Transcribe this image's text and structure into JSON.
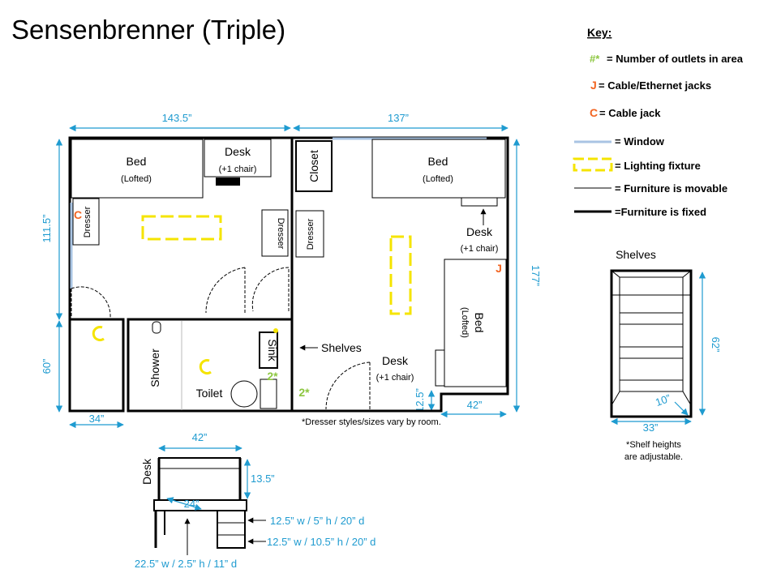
{
  "title": "Sensenbrenner (Triple)",
  "key": {
    "heading": "Key:",
    "items": [
      {
        "symbol": "#*",
        "label": "= Number of outlets in area",
        "color": "#8cc63f"
      },
      {
        "symbol": "J",
        "label": "= Cable/Ethernet jacks",
        "color": "#f26522"
      },
      {
        "symbol": "C",
        "label": "= Cable jack",
        "color": "#f26522"
      },
      {
        "symbol": "",
        "label": "= Window"
      },
      {
        "symbol": "",
        "label": "= Lighting fixture"
      },
      {
        "symbol": "",
        "label": "= Furniture is movable"
      },
      {
        "symbol": "",
        "label": "=Furniture is fixed"
      }
    ]
  },
  "dimensions": {
    "left_width": "143.5”",
    "right_width": "137”",
    "left_upper_height": "111.5”",
    "left_lower_height": "60”",
    "right_height": "177”",
    "closet_width": "34”",
    "notch_height": "12.5”",
    "notch_width": "42”"
  },
  "rooms": {
    "bed": "Bed",
    "lofted": "(Lofted)",
    "desk": "Desk",
    "plus_chair": "(+1 chair)",
    "dresser": "Dresser",
    "closet": "Closet",
    "shower": "Shower",
    "toilet": "Toilet",
    "sink": "Sink",
    "shelves_pointer": "Shelves",
    "outlets": "2*",
    "cable_jack": "C",
    "eth_jack": "J"
  },
  "dresser_note": "*Dresser styles/sizes vary by room.",
  "shelves": {
    "title": "Shelves",
    "height": "62”",
    "width": "33”",
    "depth": "10”",
    "note_line1": "*Shelf heights",
    "note_line2": "are adjustable."
  },
  "desk_detail": {
    "label": "Desk",
    "width": "42”",
    "hutch_height": "13.5”",
    "depth": "24”",
    "drawer1": "12.5” w / 5” h / 20” d",
    "drawer2": "12.5”  w / 10.5” h / 20” d",
    "tray": "22.5” w / 2.5” h / 11” d"
  },
  "colors": {
    "dimension": "#1f9bd0",
    "window": "#a9c4e3",
    "light": "#f5e400",
    "jack": "#f26522",
    "outlet": "#8cc63f"
  }
}
